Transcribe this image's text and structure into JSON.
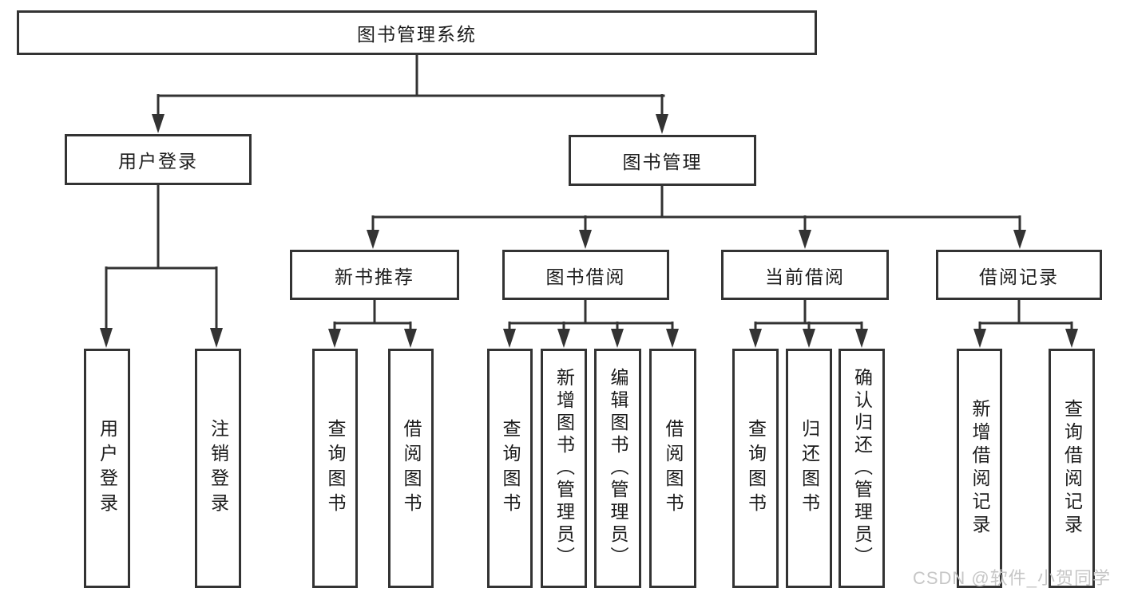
{
  "diagram": {
    "root": {
      "label": "图书管理系统"
    },
    "level2": [
      {
        "label": "用户登录"
      },
      {
        "label": "图书管理"
      }
    ],
    "level3": [
      {
        "label": "新书推荐"
      },
      {
        "label": "图书借阅"
      },
      {
        "label": "当前借阅"
      },
      {
        "label": "借阅记录"
      }
    ],
    "leaves": {
      "user_login_group": [
        {
          "label": "用户登录"
        },
        {
          "label": "注销登录"
        }
      ],
      "new_book_group": [
        {
          "label": "查询图书"
        },
        {
          "label": "借阅图书"
        }
      ],
      "book_borrow_group": [
        {
          "label": "查询图书"
        },
        {
          "label": "新增图书（管理员）"
        },
        {
          "label": "编辑图书（管理员）"
        },
        {
          "label": "借阅图书"
        }
      ],
      "current_borrow_group": [
        {
          "label": "查询图书"
        },
        {
          "label": "归还图书"
        },
        {
          "label": "确认归还（管理员）"
        }
      ],
      "borrow_record_group": [
        {
          "label": "新增借阅记录"
        },
        {
          "label": "查询借阅记录"
        }
      ]
    }
  },
  "watermark": {
    "text": "CSDN @软件_小贺同学",
    "color": "#c6c6c6"
  },
  "colors": {
    "line": "#333333",
    "text": "#1c1c1c",
    "box_bg": "#ffffff",
    "page_bg": "#ffffff"
  }
}
